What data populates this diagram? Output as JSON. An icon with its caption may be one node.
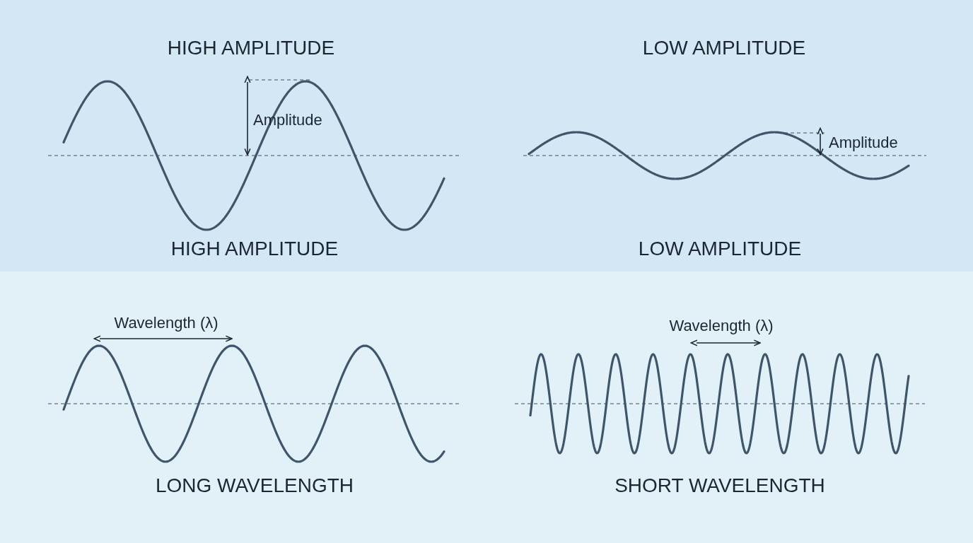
{
  "diagram": {
    "labels": [
      "HIGH AMPLITUDE",
      "LOW AMPLITUDE",
      "Amplitude",
      "Amplitude",
      "HIGH AMPLITUDE",
      "LOW AMPLITUDE",
      "Wavelength (λ)",
      "Wavelength (λ)",
      "LONG WAVELENGTH",
      "SHORT WAVELENGTH"
    ]
  }
}
